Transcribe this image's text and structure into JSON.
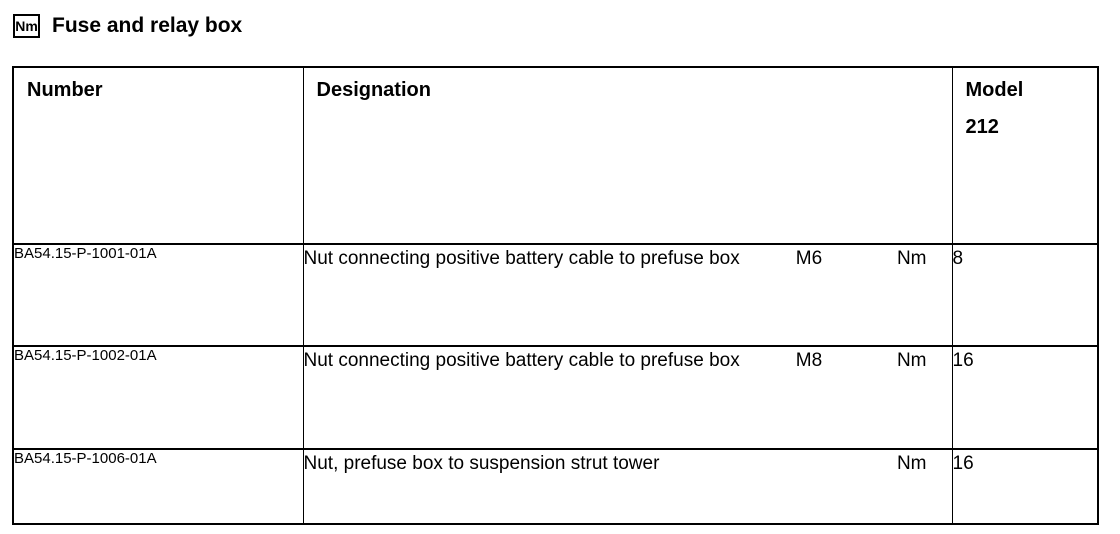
{
  "colors": {
    "text": "#000000",
    "background": "#ffffff",
    "border": "#000000"
  },
  "header": {
    "icon_label": "Nm",
    "title": "Fuse and relay box"
  },
  "table": {
    "headers": {
      "number": "Number",
      "designation": "Designation",
      "model_line1": "Model",
      "model_line2": "212"
    },
    "rows": [
      {
        "number": "BA54.15-P-1001-01A",
        "designation": "Nut connecting positive battery cable to prefuse box",
        "size": "M6",
        "unit": "Nm",
        "model": "8"
      },
      {
        "number": "BA54.15-P-1002-01A",
        "designation": "Nut connecting positive battery cable to prefuse box",
        "size": "M8",
        "unit": "Nm",
        "model": "16"
      },
      {
        "number": "BA54.15-P-1006-01A",
        "designation": "Nut, prefuse box to suspension strut tower",
        "size": "",
        "unit": "Nm",
        "model": "16"
      }
    ]
  }
}
